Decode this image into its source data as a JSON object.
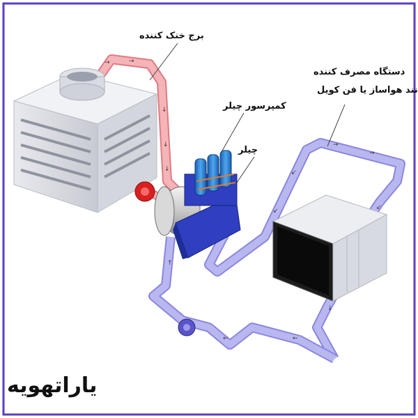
{
  "labels": {
    "cooling_tower": "برج خنک کننده",
    "chiller_compressor": "کمپرسور چیلر",
    "chiller": "چیلر",
    "consumer_line1": "دستگاه مصرف کننده",
    "consumer_line2": "مانند هواساز یا فن کویل"
  },
  "brand": "یاراتهویه",
  "colors": {
    "border": "#5b3fbf",
    "condenser_pipe": "#f4b4b8",
    "condenser_pipe_edge": "#e07a82",
    "chilled_pipe": "#b9b7f0",
    "chilled_pipe_edge": "#8a86de",
    "chiller_body": "#2f3fc0",
    "compressor": "#2e8ae0",
    "pump_red": "#d92020"
  },
  "icons": [
    "cooling-tower",
    "chiller",
    "compressor",
    "pump",
    "air-handler",
    "flow-arrow"
  ]
}
